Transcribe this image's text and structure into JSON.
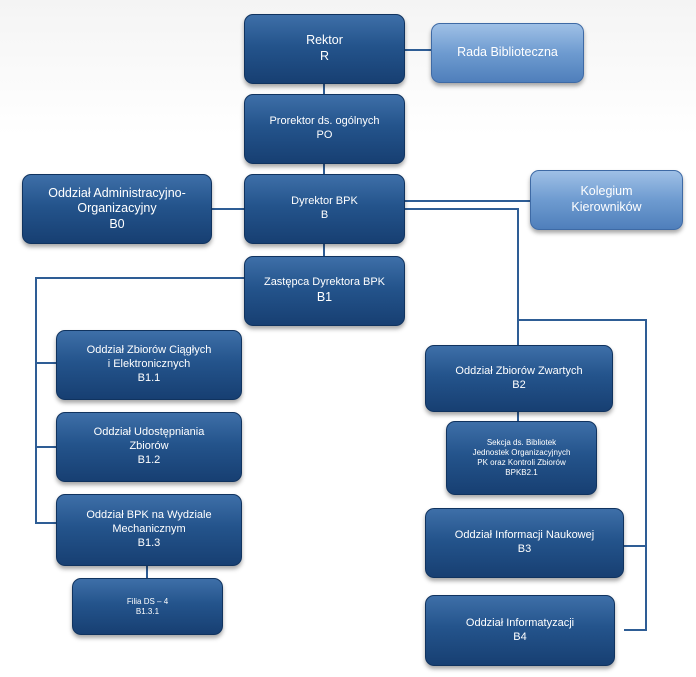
{
  "diagram": {
    "nodes": [
      {
        "id": "rektor",
        "lines": [
          "Rektor",
          "R"
        ]
      },
      {
        "id": "rada",
        "lines": [
          "Rada Biblioteczna"
        ]
      },
      {
        "id": "prorektor",
        "lines": [
          "Prorektor ds. ogólnych",
          "PO"
        ]
      },
      {
        "id": "dyrektor",
        "lines": [
          "Dyrektor BPK",
          "B"
        ]
      },
      {
        "id": "b0",
        "lines": [
          "Oddział Administracyjno-",
          "Organizacyjny",
          "B0"
        ]
      },
      {
        "id": "kolegium",
        "lines": [
          "Kolegium",
          "Kierowników"
        ]
      },
      {
        "id": "b1",
        "lines": [
          "Zastępca Dyrektora BPK",
          "B1"
        ]
      },
      {
        "id": "b11",
        "lines": [
          "Oddział Zbiorów Ciągłych",
          "i Elektronicznych",
          "B1.1"
        ]
      },
      {
        "id": "b12",
        "lines": [
          "Oddział Udostępniania",
          "Zbiorów",
          "B1.2"
        ]
      },
      {
        "id": "b13",
        "lines": [
          "Oddział BPK na Wydziale",
          "Mechanicznym",
          "B1.3"
        ]
      },
      {
        "id": "b131",
        "lines": [
          "Filia DS – 4",
          "B1.3.1"
        ]
      },
      {
        "id": "b2",
        "lines": [
          "Oddział Zbiorów Zwartych",
          "B2"
        ]
      },
      {
        "id": "b21",
        "lines": [
          "Sekcja ds. Bibliotek",
          "Jednostek Organizacyjnych",
          "PK oraz Kontroli Zbiorów",
          "BPKB2.1"
        ]
      },
      {
        "id": "b3",
        "lines": [
          "Oddział Informacji Naukowej",
          "B3"
        ]
      },
      {
        "id": "b4",
        "lines": [
          "Oddział Informatyzacji",
          "B4"
        ]
      }
    ]
  }
}
